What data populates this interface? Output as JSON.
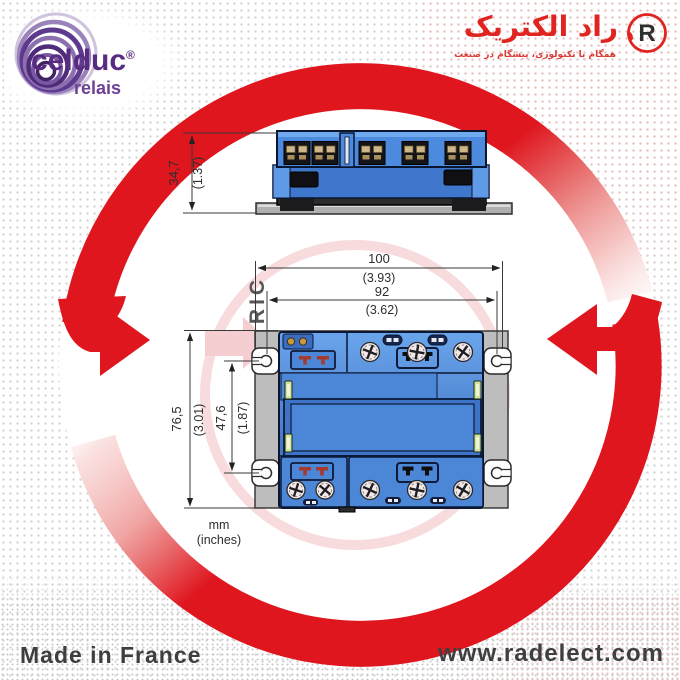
{
  "branding": {
    "celduc_name": "celduc",
    "celduc_reg": "®",
    "celduc_sub": "relais",
    "rad_title": "راد الکتریک",
    "rad_tagline": "همگام با تکنولوژی، پیشگام در صنعت",
    "rad_monogram": "R"
  },
  "footer": {
    "made_in": "Made in France",
    "website": "www.radelect.com"
  },
  "diagram": {
    "units_primary": "mm",
    "units_secondary": "(inches)",
    "dims": {
      "side_height_mm": "34,7",
      "side_height_in": "(1.37)",
      "overall_width_mm": "100",
      "overall_width_in": "(3.93)",
      "hole_span_h_mm": "92",
      "hole_span_h_in": "(3.62)",
      "overall_height_mm": "76,5",
      "overall_height_in": "(3.01)",
      "hole_span_v_mm": "47,6",
      "hole_span_v_in": "(1.87)"
    }
  },
  "watermark": {
    "monogram": "R",
    "letters": "RIC"
  },
  "colors": {
    "accent_red": "#df161e",
    "celduc_purple": "#582c80",
    "drawing_blue": "#4c86d6",
    "text_dark": "#3e3e40"
  }
}
